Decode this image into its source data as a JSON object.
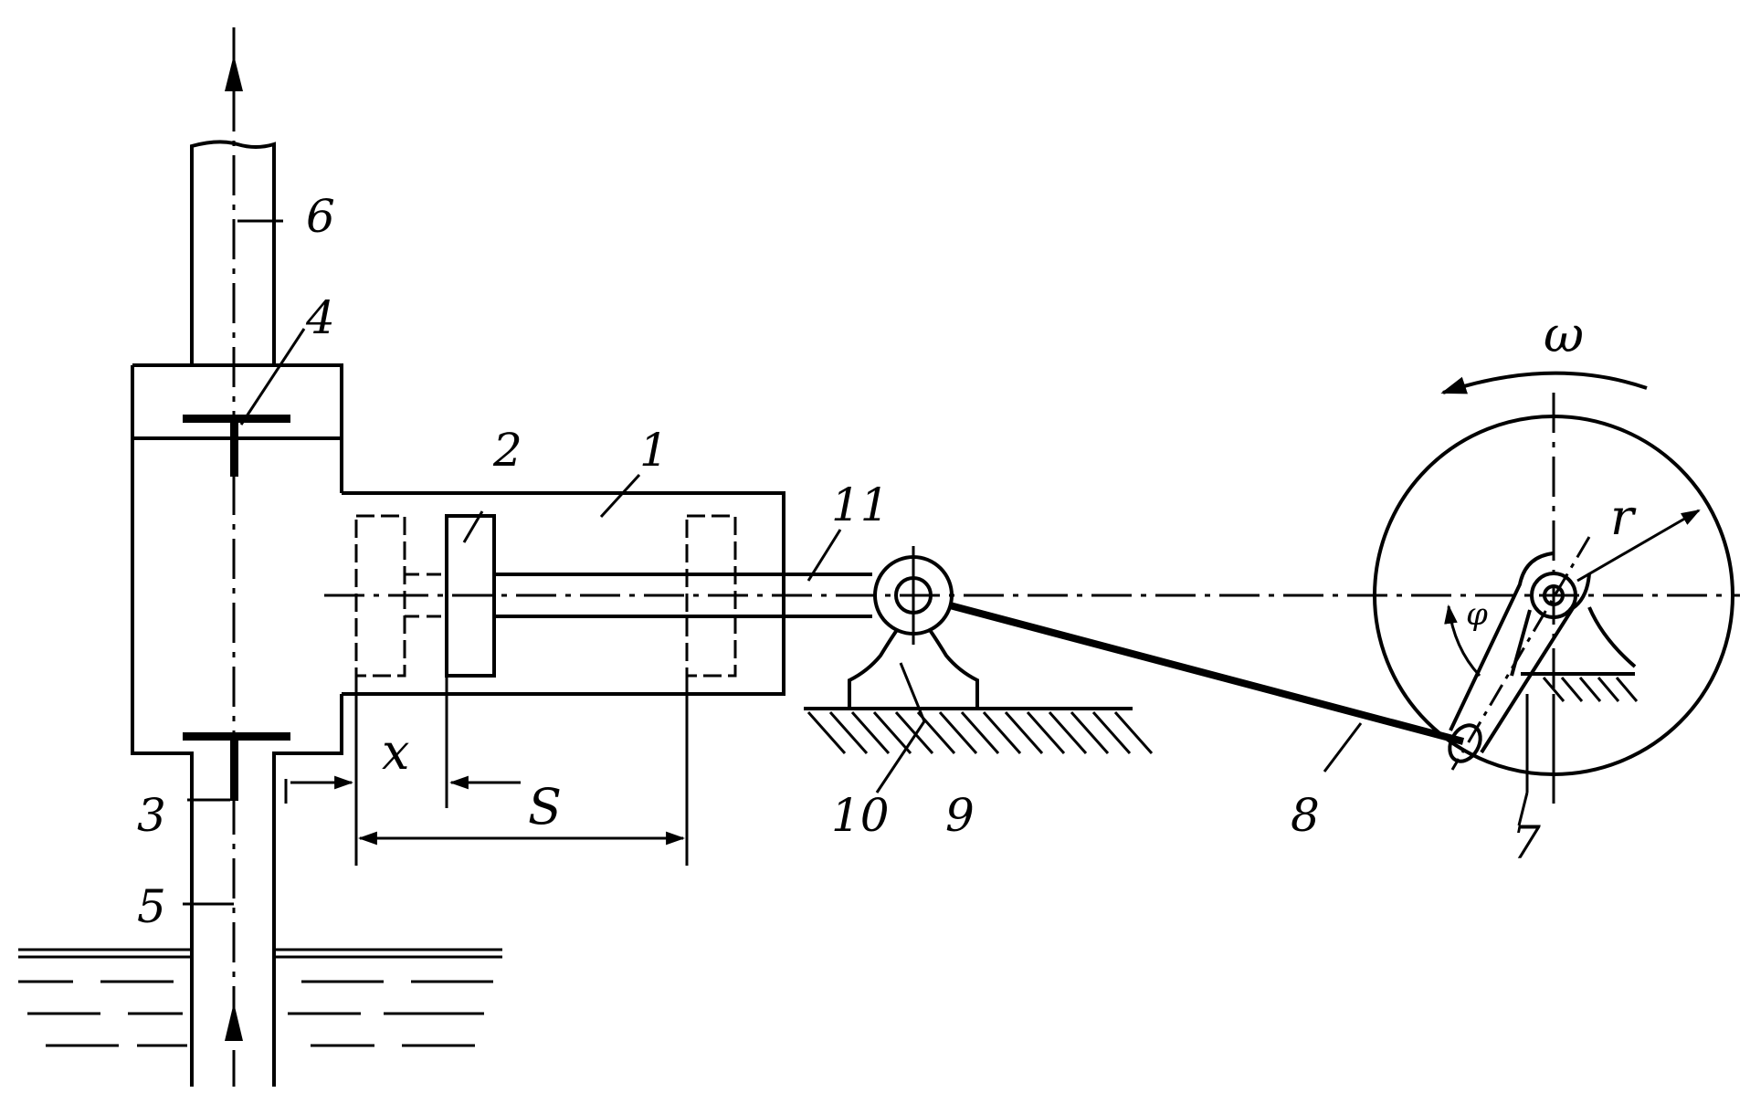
{
  "labels": {
    "cylinder": "1",
    "piston": "2",
    "suction_valve": "3",
    "discharge_valve": "4",
    "suction_pipe": "5",
    "discharge_pipe": "6",
    "crank": "7",
    "connecting_rod": "8",
    "crosshead_guide": "9",
    "base": "10",
    "piston_rod": "11"
  },
  "symbols": {
    "displacement": "x",
    "stroke": "S",
    "crank_radius": "r",
    "angular_velocity": "ω",
    "crank_angle": "φ"
  }
}
